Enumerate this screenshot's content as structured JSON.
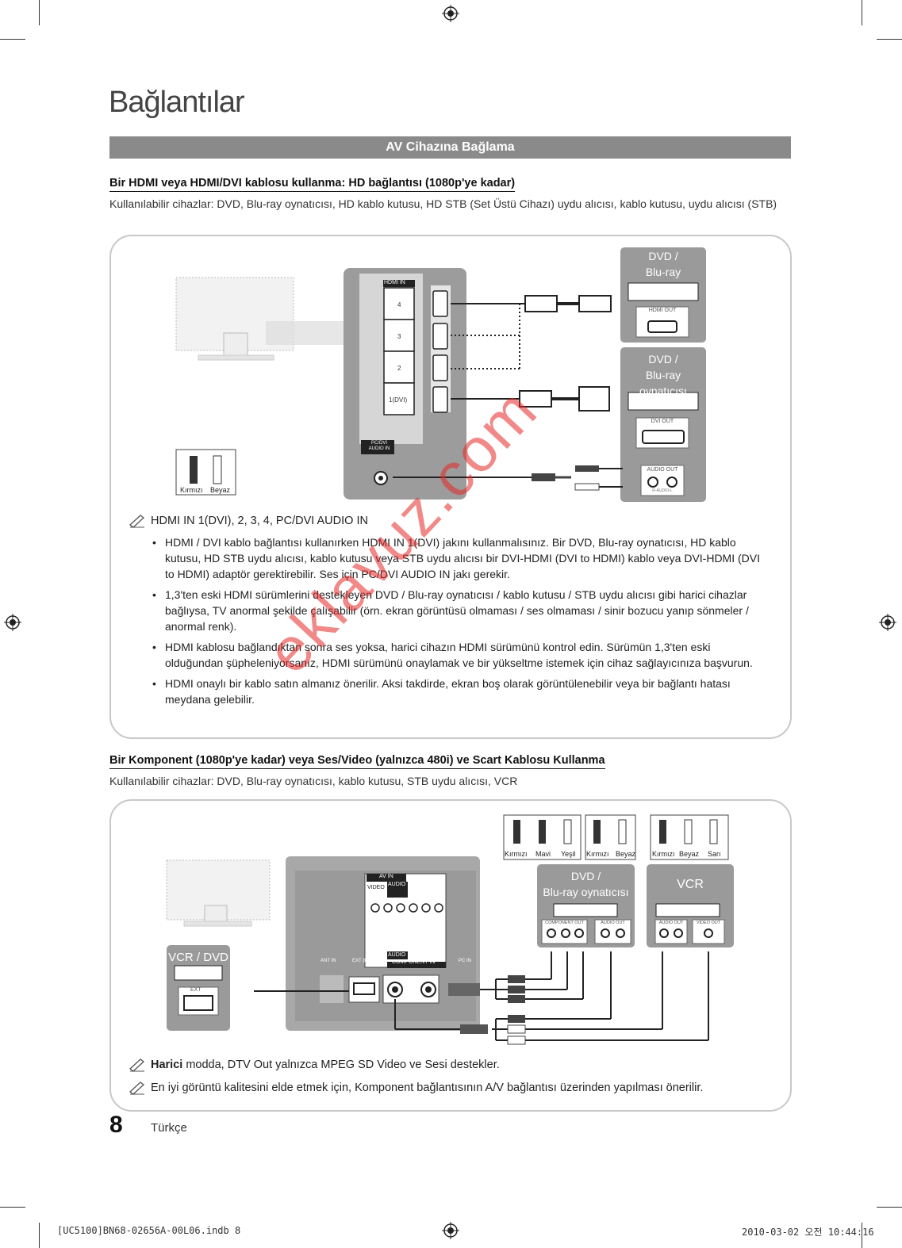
{
  "page_title": "Bağlantılar",
  "banner": "AV Cihazına Bağlama",
  "section1": {
    "title": "Bir HDMI veya HDMI/DVI kablosu kullanma: HD bağlantısı (1080p'ye kadar)",
    "desc": "Kullanılabilir cihazlar: DVD, Blu-ray oynatıcısı, HD kablo kutusu, HD STB (Set Üstü Cihazı) uydu alıcısı, kablo kutusu, uydu alıcısı (STB)",
    "diagram": {
      "hdmi_in": "HDMI IN",
      "ports": [
        "4",
        "3",
        "2",
        "1(DVI)"
      ],
      "pc_dvi_audio": [
        "PC/DVI",
        "AUDIO IN"
      ],
      "cable_labels": [
        "Kırmızı",
        "Beyaz"
      ],
      "device1": {
        "name_line1": "DVD /",
        "name_line2": "Blu-ray oynatıcısı",
        "port": "HDMI OUT"
      },
      "device2": {
        "name_line1": "DVD /",
        "name_line2": "Blu-ray oynatıcısı",
        "port": "DVI OUT",
        "audio_port": "AUDIO OUT",
        "audio_sub": "R-AUDIO-L"
      }
    },
    "note_heading": "HDMI IN 1(DVI), 2, 3, 4, PC/DVI AUDIO IN",
    "bullets": [
      "HDMI / DVI kablo bağlantısı kullanırken HDMI IN 1(DVI) jakını kullanmalısınız. Bir DVD, Blu-ray oynatıcısı, HD kablo kutusu, HD STB uydu alıcısı, kablo kutusu veya STB uydu alıcısı bir DVI-HDMI (DVI to HDMI) kablo veya DVI-HDMI (DVI to HDMI) adaptör gerektirebilir. Ses için PC/DVI AUDIO IN jakı gerekir.",
      "1,3'ten eski HDMI sürümlerini destekleyen DVD / Blu-ray oynatıcısı / kablo kutusu / STB uydu alıcısı gibi harici cihazlar bağlıysa, TV anormal şekilde çalışabilir (örn. ekran görüntüsü olmaması / ses olmaması / sinir bozucu yanıp sönmeler / anormal renk).",
      "HDMI kablosu bağlandıktan sonra ses yoksa, harici cihazın HDMI sürümünü kontrol edin. Sürümün 1,3'ten eski olduğundan şüpheleniyorsanız, HDMI sürümünü onaylamak ve bir yükseltme istemek için cihaz sağlayıcınıza başvurun.",
      "HDMI onaylı bir kablo satın almanız önerilir. Aksi takdirde, ekran boş olarak görüntülenebilir veya bir bağlantı hatası meydana gelebilir."
    ]
  },
  "section2": {
    "title": "Bir Komponent (1080p'ye kadar) veya Ses/Video (yalnızca 480i) ve Scart Kablosu Kullanma",
    "desc": "Kullanılabilir cihazlar: DVD, Blu-ray oynatıcısı, kablo kutusu, STB uydu alıcısı, VCR",
    "diagram": {
      "cable_group1": [
        "Kırmızı",
        "Mavi",
        "Yeşil"
      ],
      "cable_group2": [
        "Kırmızı",
        "Beyaz"
      ],
      "cable_group3": [
        "Kırmızı",
        "Beyaz",
        "Sarı"
      ],
      "av_in": "AV IN",
      "video": "VIDEO",
      "audio": "AUDIO",
      "component_in": "COMPONENT IN",
      "ant_in": "ANT IN",
      "ext_rgb": "EXT (RGB)",
      "pc_in": "PC IN",
      "vcr_dvd": "VCR / DVD",
      "ext": "EXT",
      "device_dvd": {
        "name_line1": "DVD /",
        "name_line2": "Blu-ray oynatıcısı",
        "port1": "COMPONENT OUT",
        "port2": "AUDIO OUT"
      },
      "device_vcr": {
        "name": "VCR",
        "port1": "AUDIO OUT",
        "port2": "VIDEO OUT"
      }
    },
    "note1_bold": "Harici",
    "note1_rest": " modda, DTV Out yalnızca MPEG SD Video ve Sesi destekler.",
    "note2": "En iyi görüntü kalitesini elde etmek için, Komponent bağlantısının A/V bağlantısı üzerinden yapılması önerilir."
  },
  "footer": {
    "page_number": "8",
    "language": "Türkçe",
    "print_left": "[UC5100]BN68-02656A-00L06.indb   8",
    "print_right": "2010-03-02   오전 10:44:16"
  },
  "watermark": "eklavuz.com"
}
